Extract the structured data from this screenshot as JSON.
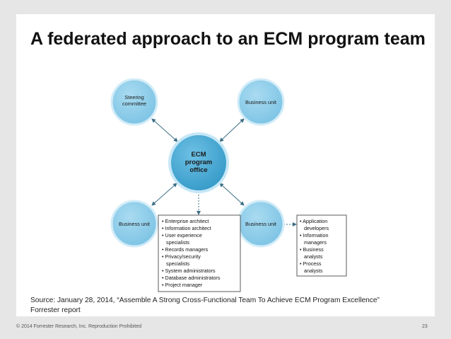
{
  "slide": {
    "title": "A federated approach to an ECM program team",
    "source_line1": "Source: January 28, 2014, “Assemble A Strong Cross-Functional Team To Achieve ECM Program Excellence”",
    "source_line2": "Forrester report"
  },
  "diagram": {
    "hub": {
      "line1": "ECM",
      "line2": "program",
      "line3": "office"
    },
    "steering": {
      "line1": "Steering",
      "line2": "committee"
    },
    "bu_top_right": "Business unit",
    "bu_bottom_left": "Business unit",
    "bu_bottom_right": "Business unit",
    "roles_list": [
      "• Enterprise architect",
      "• Information architect",
      "• User experience",
      "   specialists",
      "• Records managers",
      "• Privacy/security",
      "   specialists",
      "• System administrators",
      "• Database administrators",
      "• Project manager"
    ],
    "bu_roles_list": [
      "• Application",
      "   developers",
      "• Information",
      "   managers",
      "• Business",
      "   analysts",
      "• Process",
      "   analysts"
    ],
    "colors": {
      "circle_fill": "#8fcdea",
      "circle_stroke": "#c6e7f6",
      "hub_fill": "#4aaed8",
      "arrow": "#3d6f86"
    }
  },
  "footer": {
    "copyright": "© 2014 Forrester Research, Inc. Reproduction Prohibited",
    "page_number": "23"
  }
}
